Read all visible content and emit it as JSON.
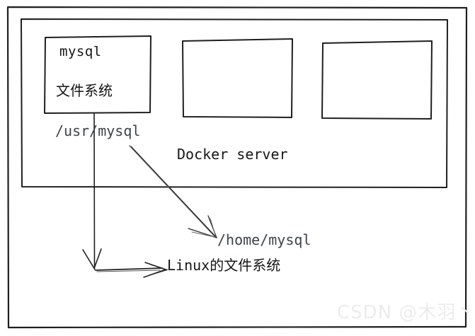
{
  "diagram": {
    "background_color": "#ffffff",
    "stroke_color": "#1f1f1f",
    "path_label_color": "#3d4349",
    "docker_server": {
      "label": "Docker server",
      "mysql_box": {
        "title": "mysql",
        "subtitle": "文件系统"
      },
      "empty_box_count": 2
    },
    "mounts": {
      "container_path": "/usr/mysql",
      "host_path": "/home/mysql",
      "host_fs_label": "Linux的文件系统"
    },
    "watermark": {
      "text": "CSDN @木羽丶",
      "color": "#ececec"
    }
  }
}
